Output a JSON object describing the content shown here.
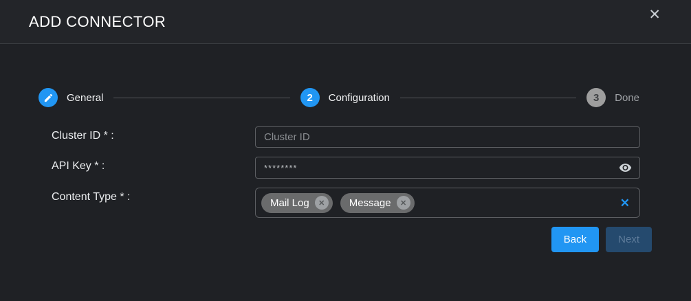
{
  "header": {
    "title": "ADD CONNECTOR",
    "close_icon": "✕"
  },
  "stepper": {
    "steps": [
      {
        "label": "General",
        "icon": "pencil-icon",
        "state": "completed"
      },
      {
        "label": "Configuration",
        "number": "2",
        "state": "active"
      },
      {
        "label": "Done",
        "number": "3",
        "state": "pending"
      }
    ]
  },
  "form": {
    "cluster_id": {
      "label": "Cluster ID * :",
      "placeholder": "Cluster ID",
      "value": ""
    },
    "api_key": {
      "label": "API Key * :",
      "value": "********",
      "masked": true,
      "eye_icon": "visibility-icon"
    },
    "content_type": {
      "label": "Content Type * :",
      "tags": [
        {
          "label": "Mail Log",
          "remove_icon": "✕"
        },
        {
          "label": "Message",
          "remove_icon": "✕"
        }
      ],
      "clear_icon": "✕"
    }
  },
  "buttons": {
    "back": "Back",
    "next": "Next"
  },
  "colors": {
    "accent": "#2196f3",
    "background": "#1f2125",
    "header_background": "#232529",
    "pending_step": "#9e9e9e",
    "disabled_button_bg": "#254a6e",
    "disabled_button_text": "#5d7a99"
  }
}
